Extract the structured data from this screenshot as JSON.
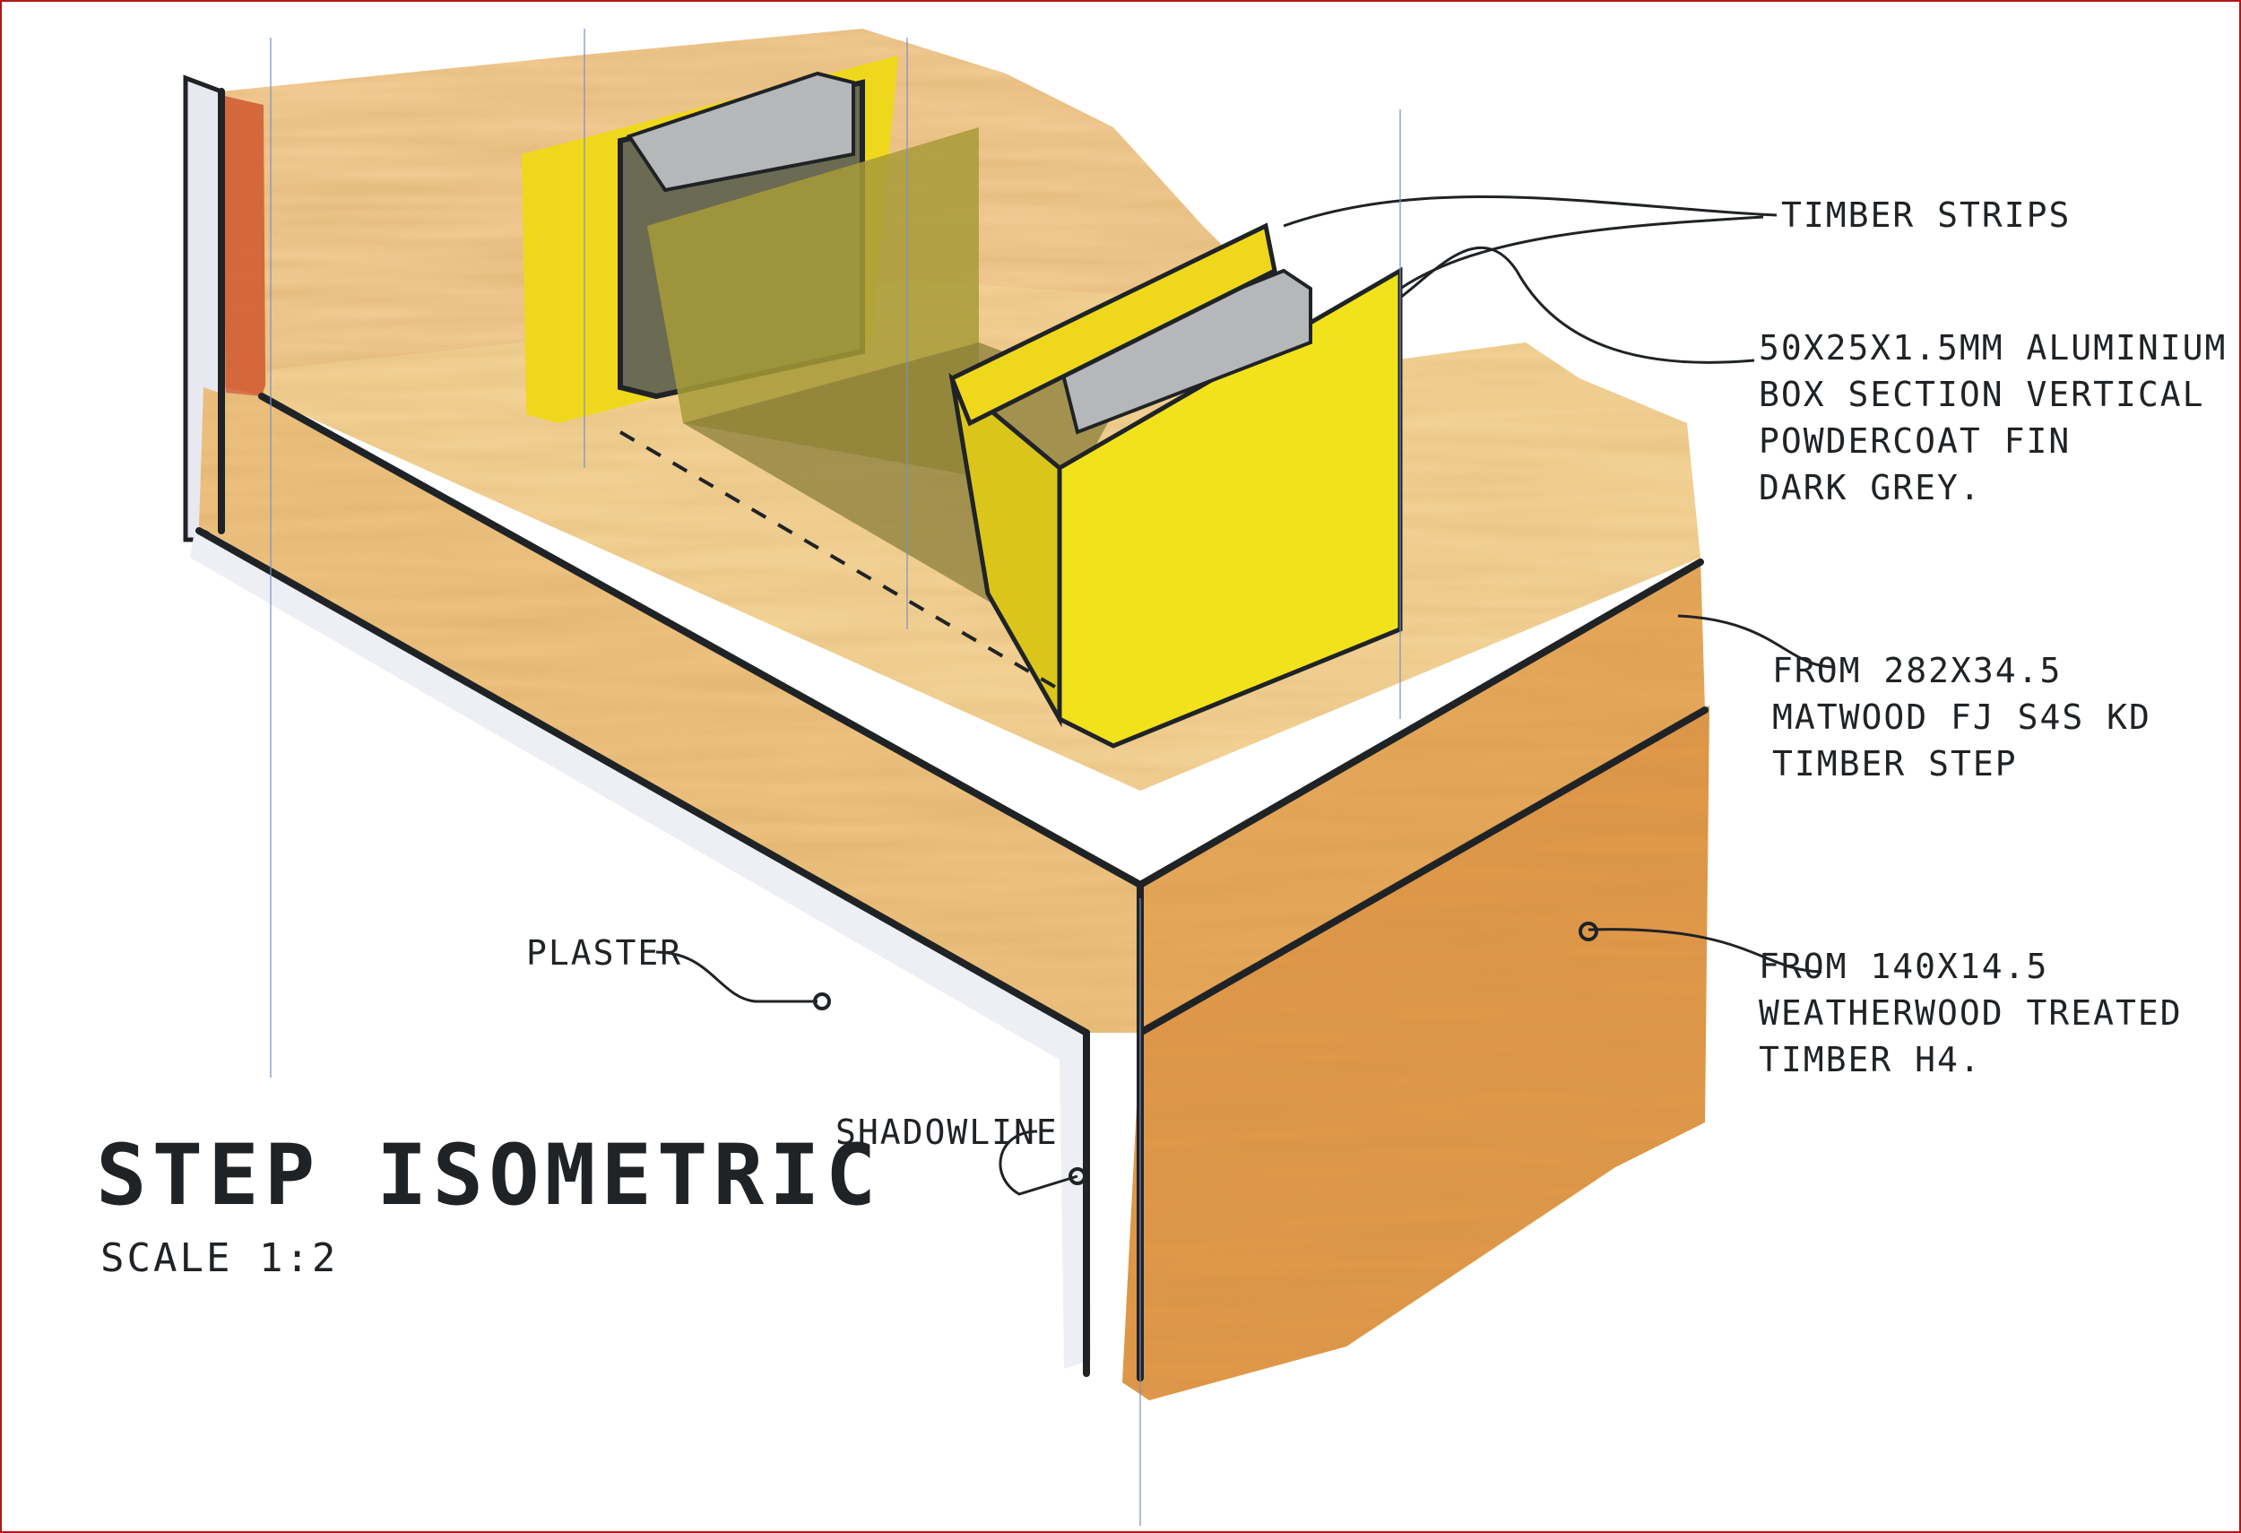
{
  "drawing": {
    "title": "STEP ISOMETRIC",
    "scale": "SCALE 1:2"
  },
  "annotations": {
    "timber_strips": "TIMBER STRIPS",
    "box_section": [
      "50x25x1.5mm ALUMINIUM",
      "BOX SECTION VERTICAL",
      "POWDERCOAT FIN",
      "DARK GREY."
    ],
    "step": [
      "FROM 282x34.5",
      "MATWOOD FJ S4S KD",
      "TIMBER STEP"
    ],
    "riser": [
      "FROM 140x14.5",
      "WEATHERWOOD TREATED",
      "TIMBER H4."
    ],
    "plaster": "PLASTER",
    "shadowline": "SHADOWLINE"
  },
  "colors": {
    "page_border": "#b01818",
    "ink": "#1f2326",
    "timber_top": "#f6d59a",
    "timber_front": "#e9a85c",
    "timber_riser": "#e3984a",
    "fin_yellow": "#efd81c",
    "aluminium_grey": "#a7a9aa",
    "plaster_wall": "#eeeff5",
    "wall_red": "#d0582f"
  }
}
